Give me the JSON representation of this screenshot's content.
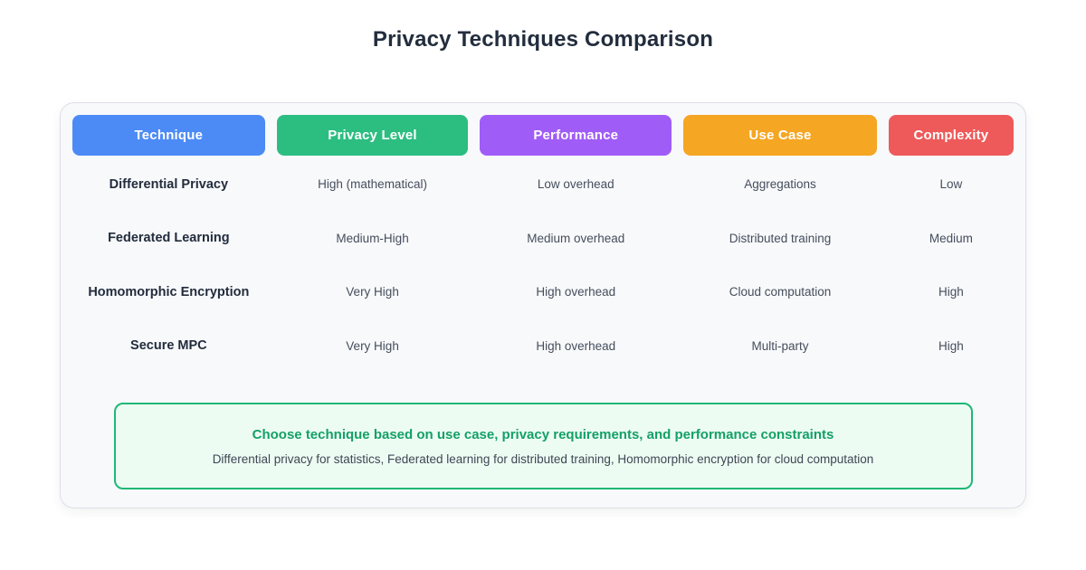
{
  "title": "Privacy Techniques Comparison",
  "chart_data": {
    "type": "table",
    "title": "Privacy Techniques Comparison",
    "columns": [
      {
        "label": "Technique",
        "color": "#4c8bf5"
      },
      {
        "label": "Privacy Level",
        "color": "#2cbe81"
      },
      {
        "label": "Performance",
        "color": "#a05cf6"
      },
      {
        "label": "Use Case",
        "color": "#f5a623"
      },
      {
        "label": "Complexity",
        "color": "#ee5a5a"
      }
    ],
    "rows": [
      [
        "Differential Privacy",
        "High (mathematical)",
        "Low overhead",
        "Aggregations",
        "Low"
      ],
      [
        "Federated Learning",
        "Medium-High",
        "Medium overhead",
        "Distributed training",
        "Medium"
      ],
      [
        "Homomorphic Encryption",
        "Very High",
        "High overhead",
        "Cloud computation",
        "High"
      ],
      [
        "Secure MPC",
        "Very High",
        "High overhead",
        "Multi-party",
        "High"
      ]
    ]
  },
  "note": {
    "heading": "Choose technique based on use case, privacy requirements, and performance constraints",
    "body": "Differential privacy for statistics, Federated learning for distributed training, Homomorphic encryption for cloud computation",
    "border_color": "#1fb876",
    "background_color": "#edfcf3",
    "heading_color": "#14a066"
  }
}
